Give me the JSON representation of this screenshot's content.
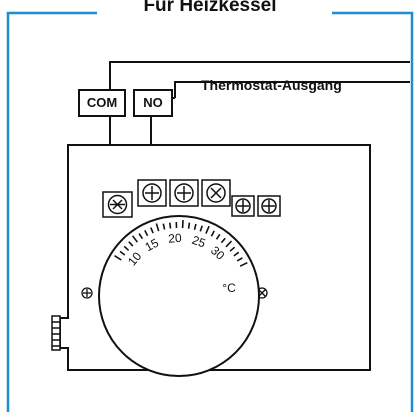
{
  "title": "Für Heizkessel",
  "terminals": {
    "com": "COM",
    "no": "NO"
  },
  "output_label": "Thermostat-Ausgang",
  "dial": {
    "scale": [
      "10",
      "15",
      "20",
      "25",
      "30"
    ],
    "unit": "°C"
  },
  "colors": {
    "frame": "#1f8ecd",
    "line": "#111111"
  }
}
